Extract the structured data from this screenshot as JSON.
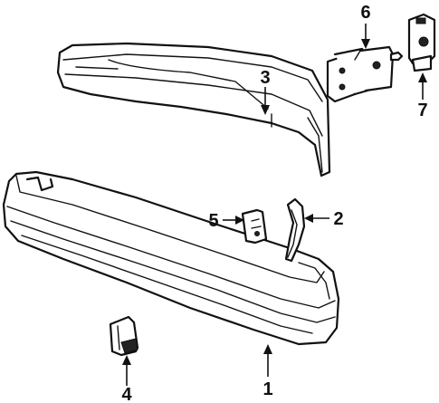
{
  "callouts": {
    "c1": "1",
    "c2": "2",
    "c3": "3",
    "c4": "4",
    "c5": "5",
    "c6": "6",
    "c7": "7"
  },
  "parts": [
    {
      "callout": "1",
      "icon": "bumper-cover"
    },
    {
      "callout": "2",
      "icon": "bracket"
    },
    {
      "callout": "3",
      "icon": "impact-bar"
    },
    {
      "callout": "4",
      "icon": "end-cap"
    },
    {
      "callout": "5",
      "icon": "small-bracket"
    },
    {
      "callout": "6",
      "icon": "mounting-bracket"
    },
    {
      "callout": "7",
      "icon": "mounting-plate"
    }
  ]
}
